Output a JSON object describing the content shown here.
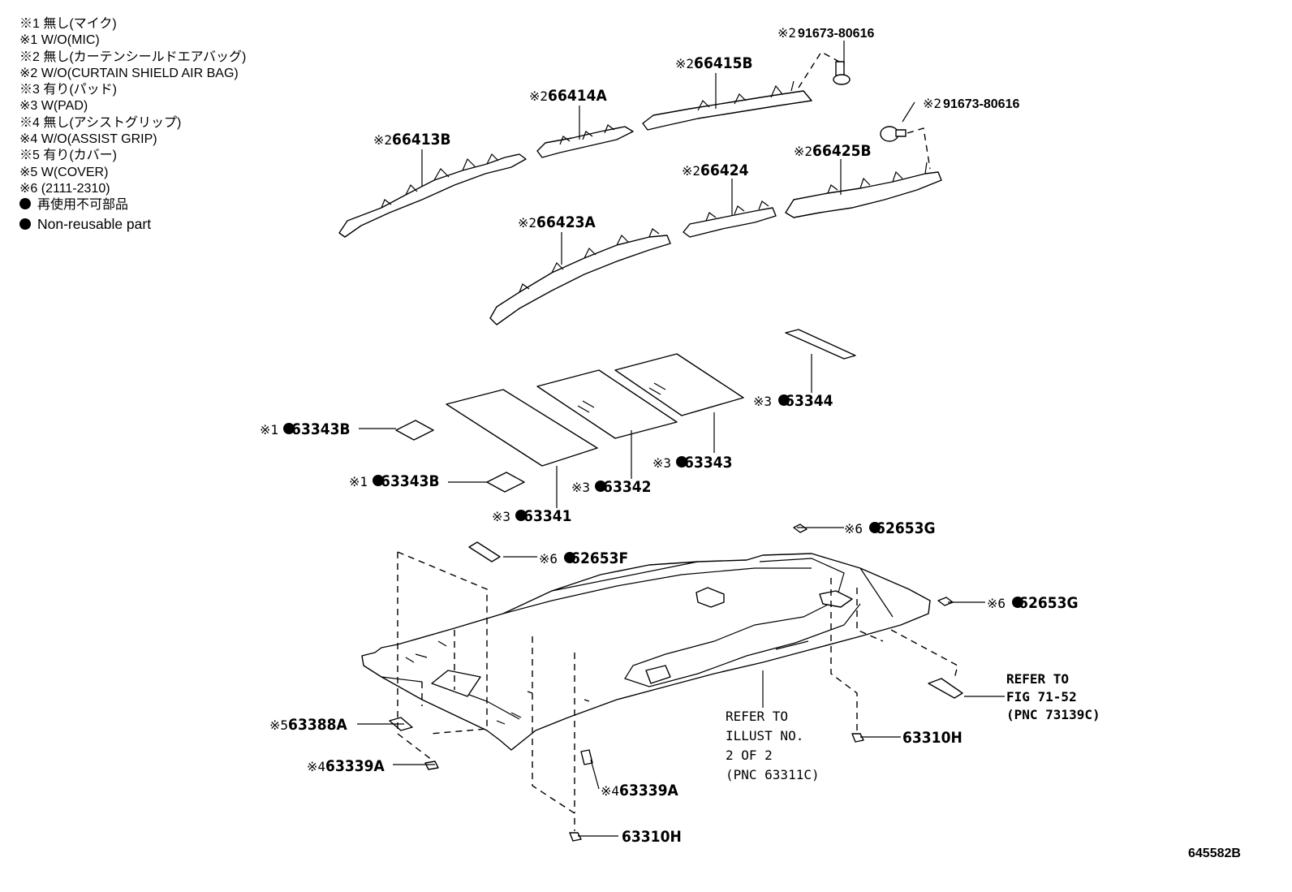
{
  "legend": {
    "lines": [
      "※1 無し(マイク)",
      "※1 W/O(MIC)",
      "※2 無し(カーテンシールドエアバッグ)",
      "※2 W/O(CURTAIN SHIELD AIR BAG)",
      "※3 有り(パッド)",
      "※3 W(PAD)",
      "※4 無し(アシストグリップ)",
      "※4 W/O(ASSIST GRIP)",
      "※5 有り(カバー)",
      "※5 W(COVER)",
      "※6 (2111-2310)"
    ],
    "nonreusable_jp": "再使用不可部品",
    "nonreusable_en": "Non-reusable part"
  },
  "labels": {
    "clip_top_mark": "※2",
    "clip_top": "91673-80616",
    "clip_right_mark": "※2",
    "clip_right": "91673-80616",
    "p66415b_mark": "※2",
    "p66415b": "66415B",
    "p66414a_mark": "※2",
    "p66414a": "66414A",
    "p66413b_mark": "※2",
    "p66413b": "66413B",
    "p66424_mark": "※2",
    "p66424": "66424",
    "p66425b_mark": "※2",
    "p66425b": "66425B",
    "p66423a_mark": "※2",
    "p66423a": "66423A",
    "p63344_mark": "※3",
    "p63344": "63344",
    "p63343b_a_mark": "※1",
    "p63343b_a": "63343B",
    "p63343b_b_mark": "※1",
    "p63343b_b": "63343B",
    "p63343_mark": "※3",
    "p63343": "63343",
    "p63342_mark": "※3",
    "p63342": "63342",
    "p63341_mark": "※3",
    "p63341": "63341",
    "p62653g_a_mark": "※6",
    "p62653g_a": "62653G",
    "p62653f_mark": "※6",
    "p62653f": "62653F",
    "p62653g_b_mark": "※6",
    "p62653g_b": "62653G",
    "p63388a_mark": "※5",
    "p63388a": "63388A",
    "p63339a_a_mark": "※4",
    "p63339a_a": "63339A",
    "p63339a_b_mark": "※4",
    "p63339a_b": "63339A",
    "p63310h_a": "63310H",
    "p63310h_b": "63310H"
  },
  "refer_fig": [
    "REFER TO",
    "FIG 71-52",
    "(PNC 73139C)"
  ],
  "refer_illust": [
    "REFER TO",
    "ILLUST NO.",
    "2 OF 2",
    "(PNC 63311C)"
  ],
  "figure_code": "645582B"
}
